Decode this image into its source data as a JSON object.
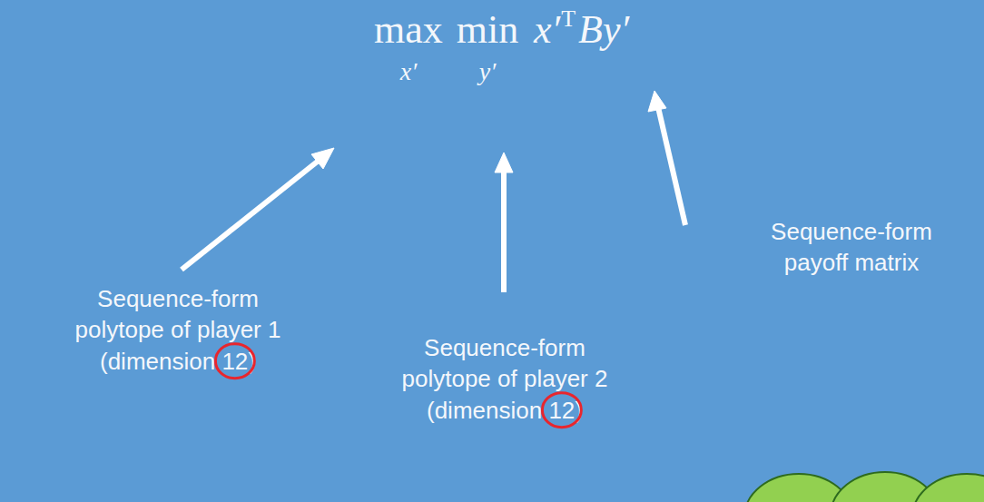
{
  "diagram": {
    "labels": [
      "max",
      "x′",
      "min",
      "y′",
      "x′",
      "T",
      "By′",
      "Sequence-form polytope of player 1 (dimension 12)",
      "Sequence-form polytope of player 2 (dimension 12)",
      "Sequence-form payoff matrix"
    ]
  }
}
